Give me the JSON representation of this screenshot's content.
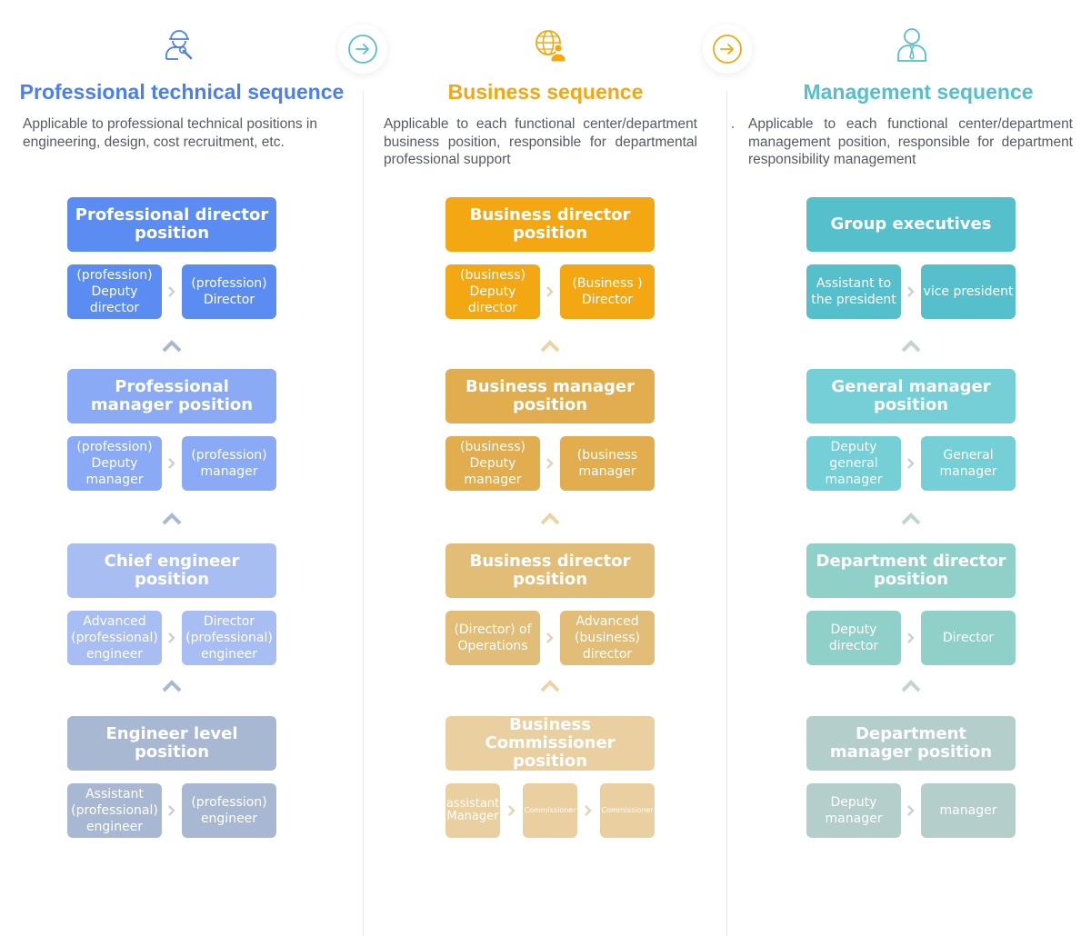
{
  "colors": {
    "professional": [
      "#5b8cf1",
      "#8aaaf6",
      "#a8bdf2",
      "#a9b8d2"
    ],
    "business": [
      "#f3a712",
      "#e1ad4f",
      "#e1bd77",
      "#eacfa0"
    ],
    "management": [
      "#56bfcc",
      "#74cfd6",
      "#8fd0c8",
      "#b3cecb"
    ],
    "professional_title": "#4a7ff0",
    "business_title": "#f3a712",
    "management_title": "#56bfcc",
    "arrow_connector": "#56bfcc"
  },
  "columns": [
    {
      "title": "Professional technical sequence",
      "description": "Applicable to professional technical positions in engineering, design, cost recruitment, etc.",
      "icon": "engineer-icon",
      "levels": [
        {
          "title": "Professional director position",
          "positions": [
            "(profession) Deputy director",
            "(profession) Director"
          ]
        },
        {
          "title": "Professional manager position",
          "positions": [
            "(profession) Deputy manager",
            "(profession) manager"
          ]
        },
        {
          "title": "Chief engineer position",
          "positions": [
            "Advanced (professional) engineer",
            "Director (professional) engineer"
          ]
        },
        {
          "title": "Engineer level position",
          "positions": [
            "Assistant (professional) engineer",
            "(profession) engineer"
          ]
        }
      ]
    },
    {
      "title": "Business sequence",
      "description": "Applicable to each functional center/department business position, responsible for departmental professional support",
      "icon": "globe-person-icon",
      "levels": [
        {
          "title": "Business director position",
          "positions": [
            "(business) Deputy director",
            "(Business ) Director"
          ]
        },
        {
          "title": "Business manager position",
          "positions": [
            "(business) Deputy manager",
            "(business manager"
          ]
        },
        {
          "title": "Business director position",
          "positions": [
            "(Director) of Operations",
            "Advanced (business) director"
          ]
        },
        {
          "title": "Business Commissioner position",
          "positions": [
            "assistant Manager",
            "Commissioner",
            "Commissioner"
          ]
        }
      ]
    },
    {
      "title": "Management sequence",
      "description": "Applicable to each functional center/department management position, responsible for department responsibility management",
      "icon": "manager-person-icon",
      "levels": [
        {
          "title": "Group executives",
          "positions": [
            "Assistant to the president",
            "vice president"
          ]
        },
        {
          "title": "General manager position",
          "positions": [
            "Deputy general manager",
            "General manager"
          ]
        },
        {
          "title": "Department director position",
          "positions": [
            "Deputy director",
            "Director"
          ]
        },
        {
          "title": "Department manager position",
          "positions": [
            "Deputy manager",
            "manager"
          ]
        }
      ]
    }
  ],
  "connectors": [
    "arrow-right-icon",
    "arrow-right-icon"
  ]
}
